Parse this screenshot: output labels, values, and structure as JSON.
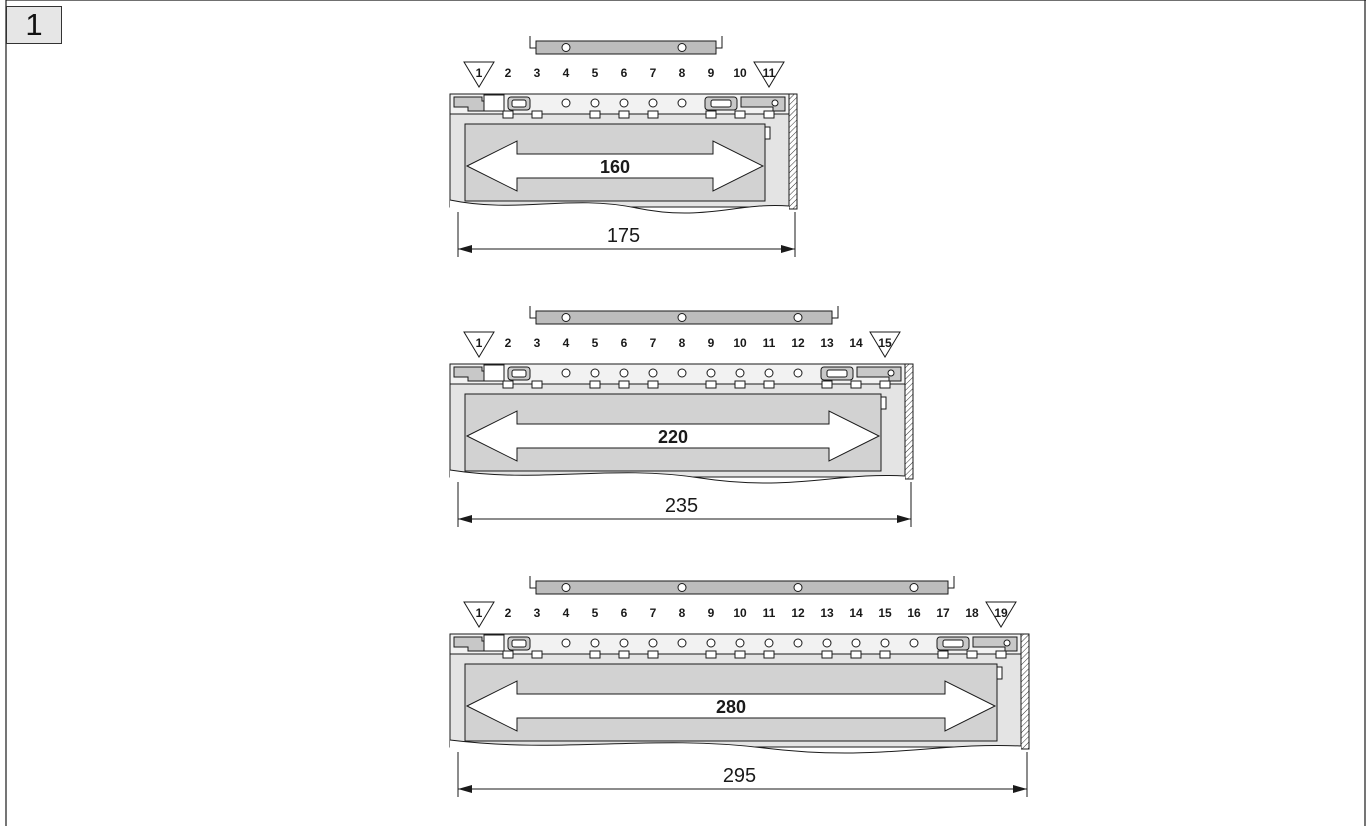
{
  "figure_number": "1",
  "colors": {
    "line": "#1a1a1a",
    "panel_gray": "#c8c8c8",
    "body_light": "#e4e4e4",
    "inner_gray": "#d2d2d2",
    "bar_gray": "#bdbdbd",
    "badge_bg": "#e6e6e6"
  },
  "configurations": [
    {
      "slot_count": 11,
      "outer_dimension": "175",
      "inner_dimension": "160",
      "bar_holes_at_slots": [
        4,
        8
      ]
    },
    {
      "slot_count": 15,
      "outer_dimension": "235",
      "inner_dimension": "220",
      "bar_holes_at_slots": [
        4,
        8,
        12
      ]
    },
    {
      "slot_count": 19,
      "outer_dimension": "295",
      "inner_dimension": "280",
      "bar_holes_at_slots": [
        4,
        8,
        12,
        16
      ]
    }
  ]
}
